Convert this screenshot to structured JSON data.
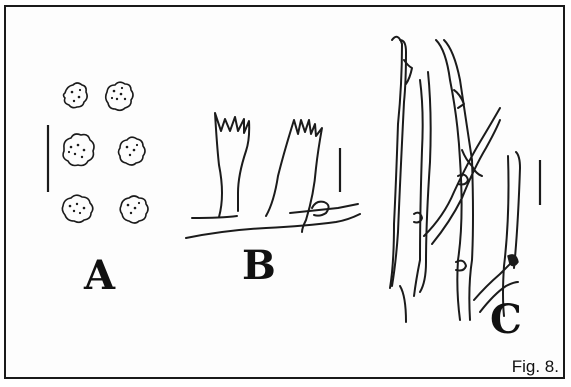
{
  "figure": {
    "caption": "Fig. 8.",
    "panels": [
      {
        "label": "A"
      },
      {
        "label": "B"
      },
      {
        "label": "C"
      }
    ]
  }
}
